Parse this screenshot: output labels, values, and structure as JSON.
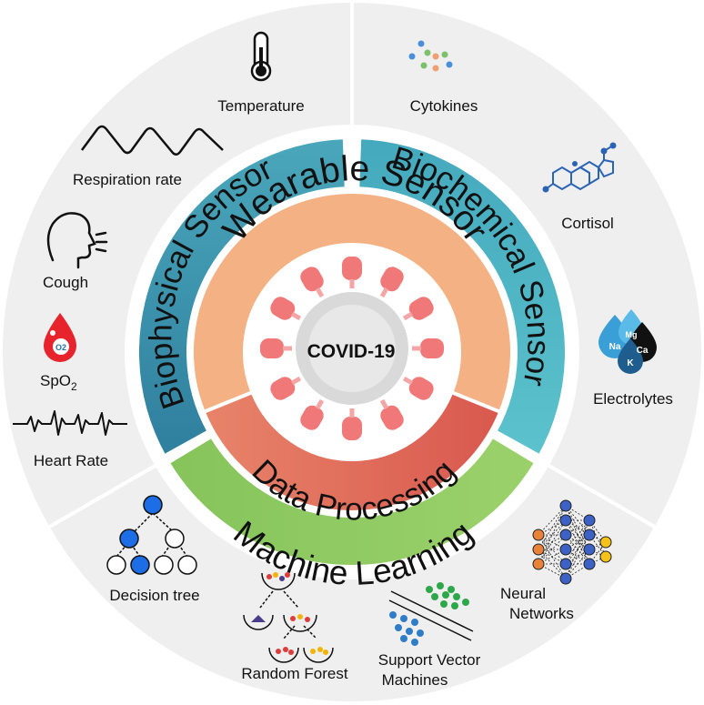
{
  "center": {
    "title": "COVID-19"
  },
  "inner_ring": {
    "top": "Wearable Sensor",
    "bottom": "Data Processing"
  },
  "middle_ring": {
    "left": "Biophysical Sensor",
    "right": "Biochemical Sensor",
    "bottom": "Machine Learning"
  },
  "biophysical": {
    "temperature": "Temperature",
    "respiration": "Respiration rate",
    "cough": "Cough",
    "spo2_main": "SpO",
    "spo2_sub": "2",
    "heart_rate": "Heart Rate",
    "o2_badge": "O2"
  },
  "biochemical": {
    "cytokines": "Cytokines",
    "cortisol": "Cortisol",
    "electrolytes": "Electrolytes",
    "ion_na": "Na",
    "ion_mg": "Mg",
    "ion_ca": "Ca",
    "ion_k": "K"
  },
  "machine_learning": {
    "decision_tree": "Decision tree",
    "random_forest": "Random Forest",
    "svm_line1": "Support Vector",
    "svm_line2": "Machines",
    "nn_line1": "Neural",
    "nn_line2": "Networks"
  },
  "colors": {
    "outer_ring": "#efefef",
    "biophysical_band": "#3c8ea6",
    "biochemical_band": "#4ab3c2",
    "ml_band": "#8ec95e",
    "wearable_band": "#f4b183",
    "data_processing_band": "#e46f5e",
    "virus_spike": "#f07878",
    "virus_body": "#d9d9d9"
  }
}
